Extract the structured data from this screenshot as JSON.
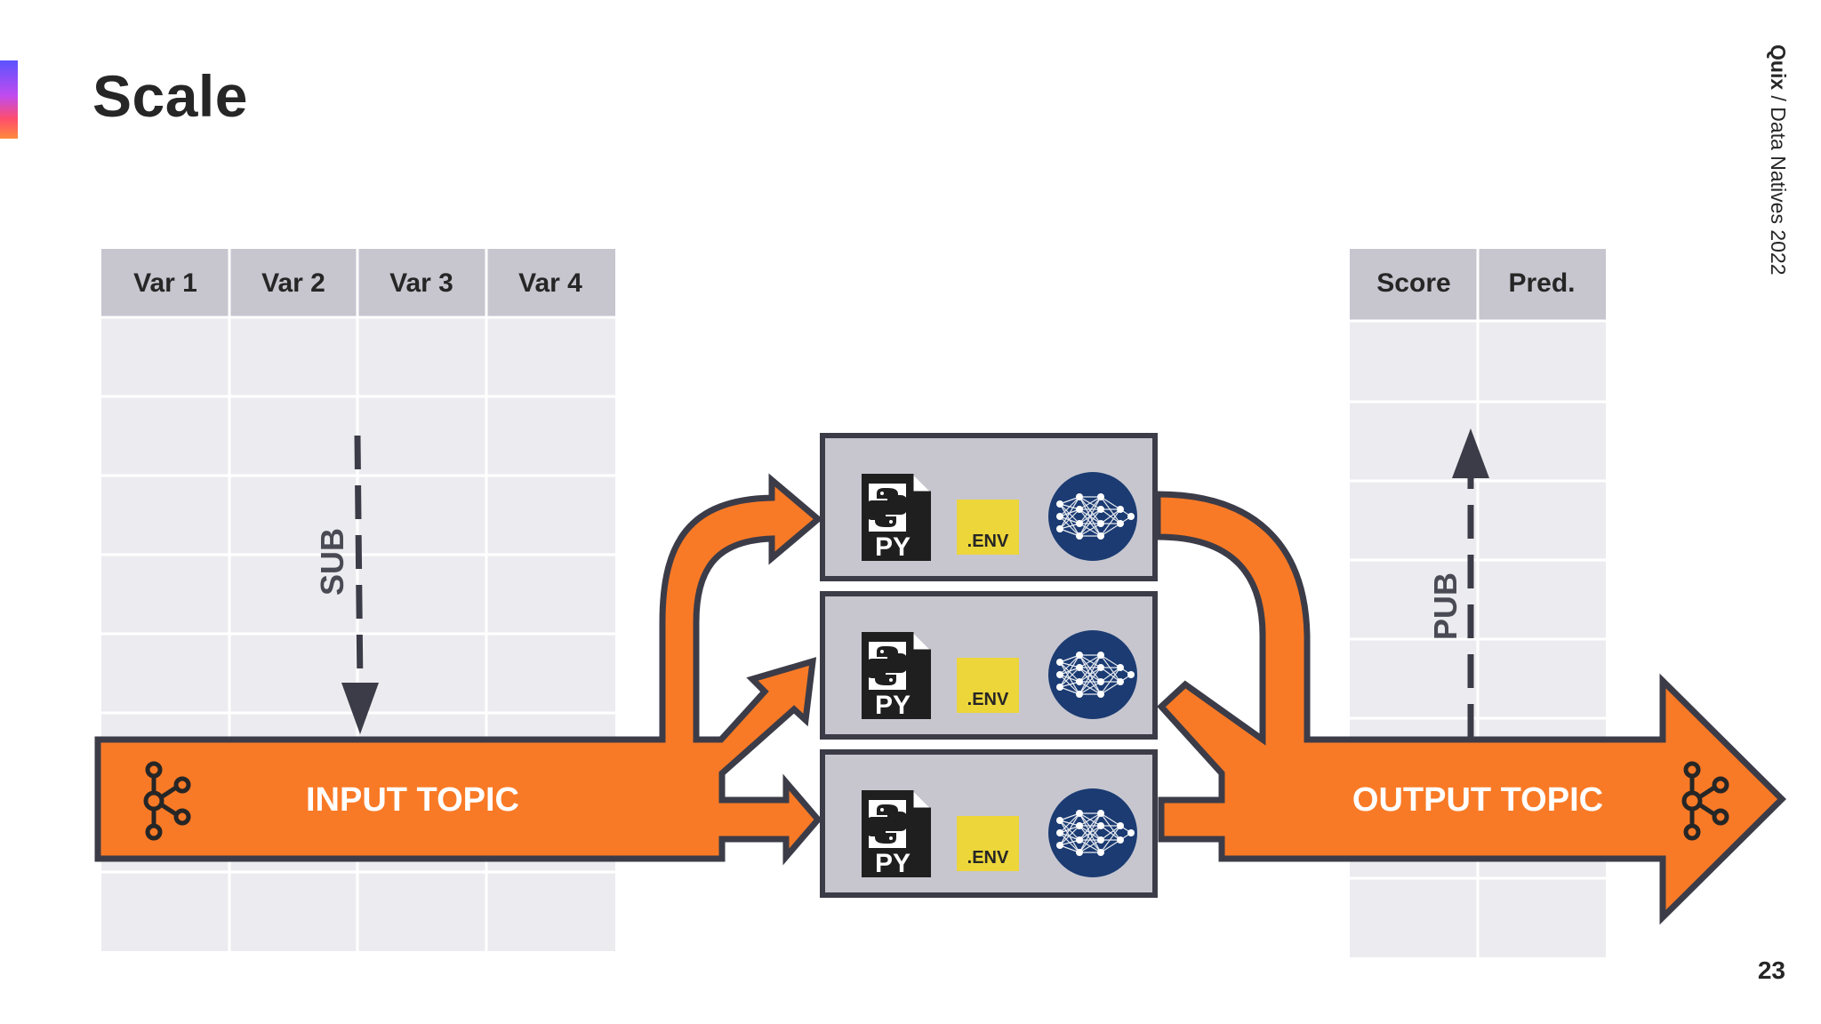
{
  "slide": {
    "title": "Scale",
    "caption_brand": "Quix",
    "caption_rest": " / Data Natives 2022",
    "page_number": "23"
  },
  "input_table": {
    "headers": [
      "Var 1",
      "Var 2",
      "Var 3",
      "Var 4"
    ]
  },
  "output_table": {
    "headers": [
      "Score",
      "Pred."
    ]
  },
  "flows": {
    "input_topic": "INPUT TOPIC",
    "output_topic": "OUTPUT TOPIC",
    "sub_label": "SUB",
    "pub_label": "PUB"
  },
  "services": [
    {
      "file_label": "PY",
      "env_label": ".ENV",
      "model_icon": "neural-network-icon"
    },
    {
      "file_label": "PY",
      "env_label": ".ENV",
      "model_icon": "neural-network-icon"
    },
    {
      "file_label": "PY",
      "env_label": ".ENV",
      "model_icon": "neural-network-icon"
    }
  ],
  "colors": {
    "arrow_fill": "#f97a26",
    "arrow_stroke": "#3c3c48",
    "table_header": "#c7c6cf",
    "table_body": "#ececf0",
    "service_box": "#c7c6cf",
    "env_badge": "#ecd63a",
    "model_circle": "#1b3b72"
  }
}
